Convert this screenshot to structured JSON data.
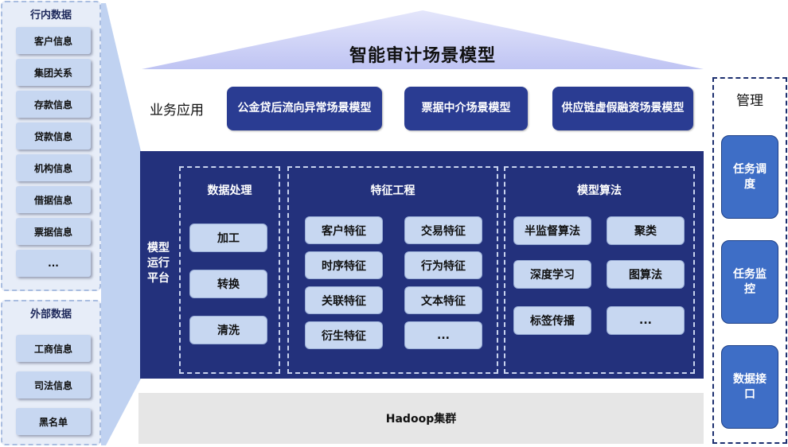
{
  "internal": {
    "title": "行内数据",
    "items": [
      "客户信息",
      "集团关系",
      "存款信息",
      "贷款信息",
      "机构信息",
      "借据信息",
      "票据信息",
      "..."
    ]
  },
  "external": {
    "title": "外部数据",
    "items": [
      "工商信息",
      "司法信息",
      "黑名单"
    ]
  },
  "title": "智能审计场景模型",
  "business": {
    "label": "业务应用",
    "items": [
      "公金贷后流向异常场景模型",
      "票据中介场景模型",
      "供应链虚假融资场景模型"
    ]
  },
  "platform": {
    "label": "模型运行平台",
    "data_processing": {
      "title": "数据处理",
      "items": [
        "加工",
        "转换",
        "清洗"
      ]
    },
    "feature_engineering": {
      "title": "特征工程",
      "items": [
        "客户特征",
        "交易特征",
        "时序特征",
        "行为特征",
        "关联特征",
        "文本特征",
        "衍生特征",
        "..."
      ]
    },
    "algorithms": {
      "title": "模型算法",
      "items": [
        "半监督算法",
        "聚类",
        "深度学习",
        "图算法",
        "标签传播",
        "..."
      ]
    }
  },
  "hadoop": "Hadoop集群",
  "management": {
    "title": "管理",
    "items": [
      "任务调度",
      "任务监控",
      "数据接口"
    ]
  },
  "colors": {
    "platform": "#23317c",
    "chip": "#c7d7f1",
    "roof": "#c9cdf5",
    "mgmt_box": "#3e6ec6"
  }
}
